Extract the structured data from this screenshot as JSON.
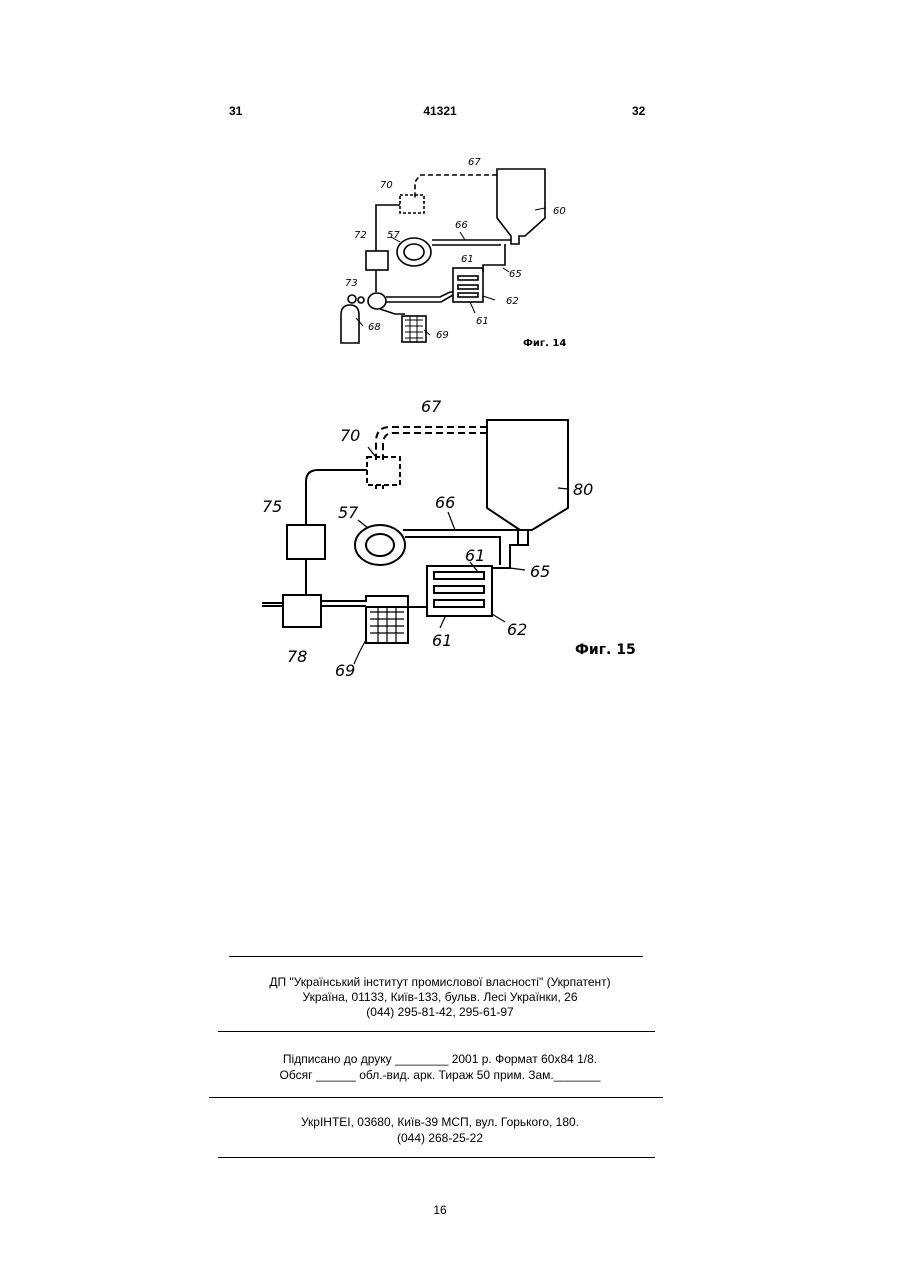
{
  "header": {
    "left_page": "31",
    "patent_number": "41321",
    "right_page": "32"
  },
  "figure14": {
    "caption": "Фиг. 14",
    "labels": {
      "l67": "67",
      "l70": "70",
      "l60": "60",
      "l66": "66",
      "l57": "57",
      "l72": "72",
      "l61a": "61",
      "l65": "65",
      "l73": "73",
      "l62": "62",
      "l68": "68",
      "l61b": "61",
      "l69": "69"
    }
  },
  "figure15": {
    "caption": "Фиг. 15",
    "labels": {
      "l67": "67",
      "l70": "70",
      "l80": "80",
      "l75": "75",
      "l57": "57",
      "l66": "66",
      "l61a": "61",
      "l65": "65",
      "l62": "62",
      "l61b": "61",
      "l78": "78",
      "l69": "69"
    }
  },
  "imprint": {
    "publisher_line1": "ДП \"Український інститут промислової власності\" (Укрпатент)",
    "publisher_line2": "Україна, 01133, Київ-133, бульв. Лесі Українки, 26",
    "publisher_line3": "(044) 295-81-42, 295-61-97",
    "print_line1": "Підписано до друку ________ 2001 р.    Формат 60х84 1/8.",
    "print_line2": "Обсяг ______ обл.-вид. арк.   Тираж 50 прим.    Зам._______",
    "printer_line1": "УкрІНТЕІ, 03680, Київ-39 МСП, вул. Горького, 180.",
    "printer_line2": "(044) 268-25-22"
  },
  "page_number": "16"
}
